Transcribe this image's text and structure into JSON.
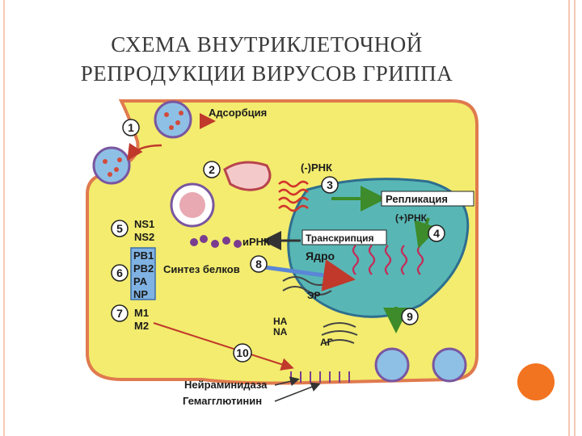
{
  "title": {
    "line1": "СХЕМА ВНУТРИКЛЕТОЧНОЙ",
    "line2": "РЕПРОДУКЦИИ ВИРУСОВ ГРИППА"
  },
  "labels": {
    "adsorption": "Адсорбция",
    "minus_rna": "(-)РНК",
    "replication": "Репликация",
    "plus_rna": "(+)РНК",
    "transcription": "Транскрипция",
    "mrna": "иРНК",
    "nucleus": "Ядро",
    "protein_synthesis": "Синтез белков",
    "er": "ЭР",
    "ha": "НА",
    "na": "NA",
    "ag": "АГ",
    "neuraminidase": "Нейраминидаза",
    "hemagglutinin": "Гемагглютинин"
  },
  "proteins": {
    "ns": [
      "NS1",
      "NS2"
    ],
    "poly": [
      "PB1",
      "PB2",
      "PA",
      "NP"
    ],
    "m": [
      "M1",
      "M2"
    ]
  },
  "steps": [
    "1",
    "2",
    "3",
    "4",
    "5",
    "6",
    "7",
    "8",
    "9",
    "10"
  ],
  "colors": {
    "cell": "#f3ec6e",
    "membrane": "#e07a4e",
    "nucleus": "#58b7b5",
    "accent_dot": "#f27320",
    "protein_box": "#7fb2e3"
  }
}
